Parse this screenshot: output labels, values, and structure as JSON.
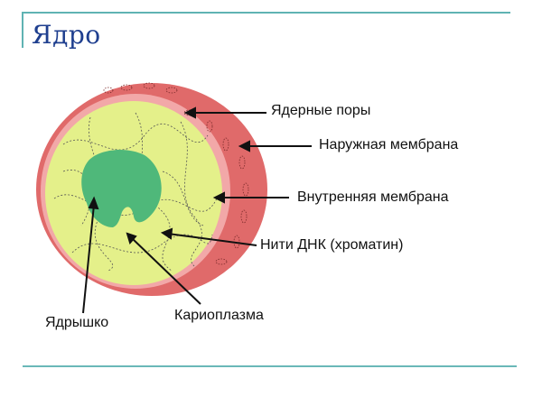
{
  "slide": {
    "title": "Ядро",
    "accent_color": "#5fb3b3",
    "title_color": "#1f3f8f"
  },
  "labels": {
    "nuclear_pores": "Ядерные поры",
    "outer_membrane": "Наружная мембрана",
    "inner_membrane": "Внутренняя мембрана",
    "dna_threads": "Нити ДНК (хроматин)",
    "karyoplasm": "Кариоплазма",
    "nucleolus": "Ядрышко"
  },
  "colors": {
    "envelope": "#e06a6a",
    "inner_membrane": "#f2a8a8",
    "karyoplasm": "#e4f08a",
    "nucleolus": "#4fb87a"
  }
}
